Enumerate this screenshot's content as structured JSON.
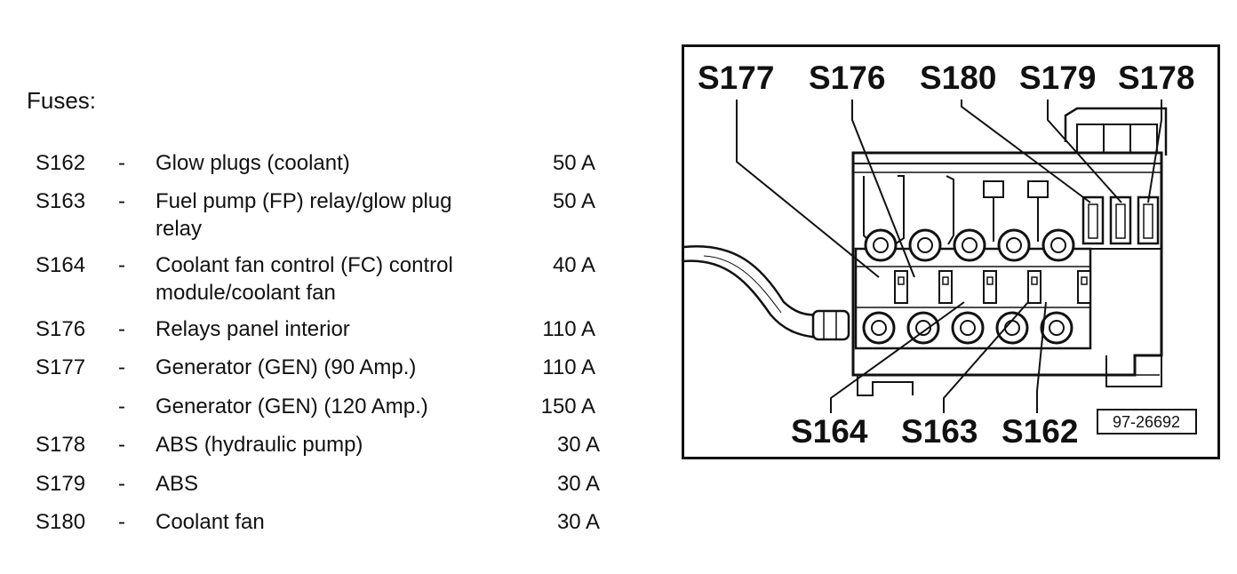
{
  "legend": {
    "heading": "Fuses:",
    "rows": [
      {
        "code": "S162",
        "dash": "-",
        "desc": "Glow plugs (coolant)",
        "amp": "50 A"
      },
      {
        "code": "S163",
        "dash": "-",
        "desc": "Fuel pump (FP) relay/glow plug relay",
        "amp": "50 A"
      },
      {
        "code": "S164",
        "dash": "-",
        "desc": "Coolant fan control (FC) control module/coolant fan",
        "amp": "40 A"
      },
      {
        "code": "S176",
        "dash": "-",
        "desc": "Relays panel interior",
        "amp": "110 A"
      },
      {
        "code": "S177",
        "dash": "-",
        "desc": "Generator (GEN) (90 Amp.)",
        "amp": "110 A"
      },
      {
        "code": "",
        "dash": "-",
        "desc": "Generator (GEN) (120 Amp.)",
        "amp": "150 A"
      },
      {
        "code": "S178",
        "dash": "-",
        "desc": "ABS (hydraulic pump)",
        "amp": "30 A"
      },
      {
        "code": "S179",
        "dash": "-",
        "desc": "ABS",
        "amp": "30 A"
      },
      {
        "code": "S180",
        "dash": "-",
        "desc": "Coolant fan",
        "amp": "30 A"
      }
    ]
  },
  "diagram": {
    "top_labels": [
      "S177",
      "S176",
      "S180",
      "S179",
      "S178"
    ],
    "bottom_labels": [
      "S164",
      "S163",
      "S162"
    ],
    "reference": "97-26692"
  }
}
